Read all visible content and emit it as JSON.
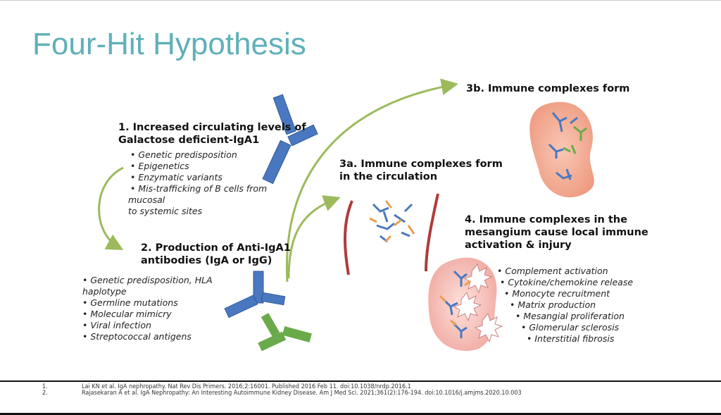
{
  "slide": {
    "title": "Four-Hit Hypothesis",
    "hit1": {
      "heading_line1": "1. Increased circulating levels of",
      "heading_line2": "Galactose deficient-IgA1",
      "bullets": [
        "Genetic predisposition",
        "Epigenetics",
        "Enzymatic variants",
        "Mis-trafficking of  B cells from"
      ],
      "continuation": [
        "mucosal",
        "to systemic sites"
      ]
    },
    "hit2": {
      "heading_line1": "2. Production of Anti-IgA1",
      "heading_line2": "antibodies (IgA or IgG)",
      "bullets": [
        "Genetic predisposition, HLA"
      ],
      "continuation": "haplotype",
      "more_bullets": [
        "Germline mutations",
        "Molecular mimicry",
        "Viral infection",
        "Streptococcal antigens"
      ]
    },
    "hit3a": {
      "heading_line1": "3a. Immune complexes form",
      "heading_line2": "in the circulation"
    },
    "hit3b": {
      "heading": "3b. Immune complexes form"
    },
    "hit4": {
      "heading_line1": "4. Immune complexes in the",
      "heading_line2": "mesangium cause local immune",
      "heading_line3": "activation & injury",
      "bullets": [
        "Complement activation",
        "Cytokine/chemokine release",
        "Monocyte recruitment",
        "Matrix production",
        "Mesangial proliferation",
        "Glomerular sclerosis",
        "Interstitial fibrosis"
      ]
    },
    "references": [
      {
        "num": "1.",
        "text": "Lai KN et al. IgA nephropathy. Nat Rev Dis Primers. 2016;2:16001. Published 2016 Feb 11. doi:10.1038/nrdp.2016.1"
      },
      {
        "num": "2.",
        "text": "Rajasekaran A et al. IgA Nephropathy: An Interesting Autoimmune Kidney Disease. Am J Med Sci. 2021;361(2):176-194. doi:10.1016/j.amjms.2020.10.003"
      }
    ]
  },
  "colors": {
    "title": "#5fb0b9",
    "arrow": "#9cba5c",
    "antibody_blue": "#4a78c0",
    "antibody_green": "#6aaa4a",
    "vessel": "#b03a3a",
    "tissue": "#f1a58a"
  }
}
